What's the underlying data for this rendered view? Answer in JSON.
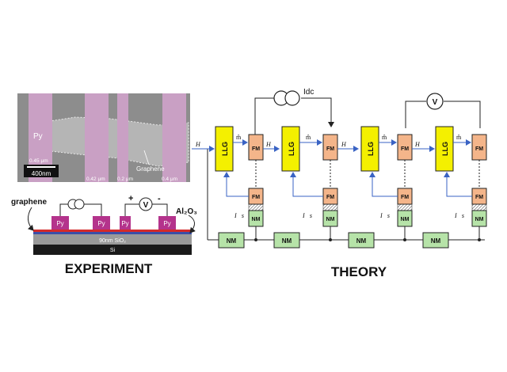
{
  "experiment": {
    "heading": "EXPERIMENT",
    "sem": {
      "py_label": "Py",
      "graphene_label": "Graphene",
      "scale_bar": "400nm",
      "widths": [
        "0.45 μm",
        "0.42 μm",
        "0.2 μm",
        "0.4 μm"
      ]
    },
    "stack": {
      "graphene_label": "graphene",
      "py_pads": [
        "Py",
        "Py",
        "Py",
        "Py"
      ],
      "al2o3_label": "Al₂O₃",
      "plus": "+",
      "minus": "-",
      "voltmeter": "V",
      "sio2_label": "90nm SiO₂",
      "si_label": "Si"
    },
    "colors": {
      "py": "#b4338c",
      "sio2": "#9a9a9a",
      "si": "#1a1a1a",
      "graphene_line": "#d42a2a",
      "al2o3": "#3a4fa8",
      "sem_bg": "#8d8d8d",
      "py_stripe": "#c9a0c4"
    }
  },
  "theory": {
    "heading": "THEORY",
    "llg_label": "LLG",
    "fm_label": "FM",
    "nm_label": "NM",
    "m_label": "m̂",
    "h_label": "H⃗",
    "is_label": "I⃗s",
    "current_source_label": "Idc",
    "voltmeter_label": "V",
    "colors": {
      "llg": "#f4f000",
      "fm": "#f4b58a",
      "nm": "#b6e3a8",
      "arrow": "#3a63c4",
      "wire": "#222222"
    }
  }
}
